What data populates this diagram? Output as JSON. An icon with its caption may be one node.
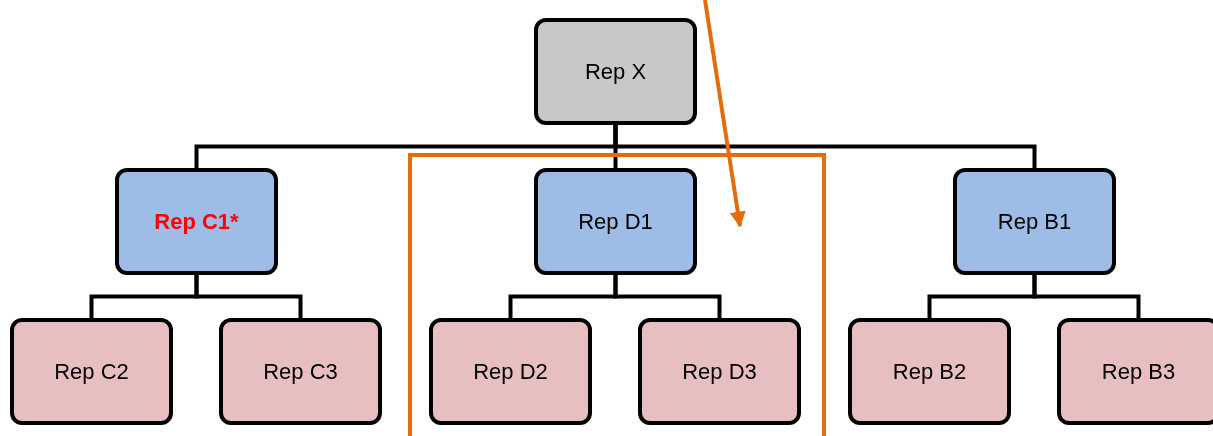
{
  "diagram": {
    "nodes": [
      {
        "text": [
          "Rep X"
        ]
      },
      {
        "text": [
          "Rep C1*"
        ]
      },
      {
        "text": [],
        "shape": "box"
      },
      {
        "text": [
          "Rep D1"
        ],
        "in": 2
      },
      {
        "text": [
          "Rep B1"
        ]
      },
      {
        "text": [
          "Rep C2"
        ]
      },
      {
        "text": [
          "Rep C3"
        ]
      },
      {
        "text": [
          "Rep D2"
        ],
        "in": 2
      },
      {
        "text": [
          "Rep D3"
        ],
        "in": 2
      },
      {
        "text": [
          "Rep B2"
        ]
      },
      {
        "text": [
          "Rep B3"
        ]
      }
    ],
    "edges": [
      {
        "from": 0,
        "to": 1,
        "arrow": "none"
      },
      {
        "from": 0,
        "to": 3,
        "arrow": "none"
      },
      {
        "from": 0,
        "to": 4,
        "arrow": "none"
      },
      {
        "from": 1,
        "to": 5,
        "arrow": "none"
      },
      {
        "from": 1,
        "to": 6,
        "arrow": "none"
      },
      {
        "from": 3,
        "to": 7,
        "arrow": "none"
      },
      {
        "from": 3,
        "to": 8,
        "arrow": "none"
      },
      {
        "from": 4,
        "to": 9,
        "arrow": "none"
      },
      {
        "from": 4,
        "to": 10,
        "arrow": "none"
      },
      {
        "from": null,
        "to": 2,
        "arrow": "to",
        "color": "#e46c0a"
      }
    ]
  }
}
